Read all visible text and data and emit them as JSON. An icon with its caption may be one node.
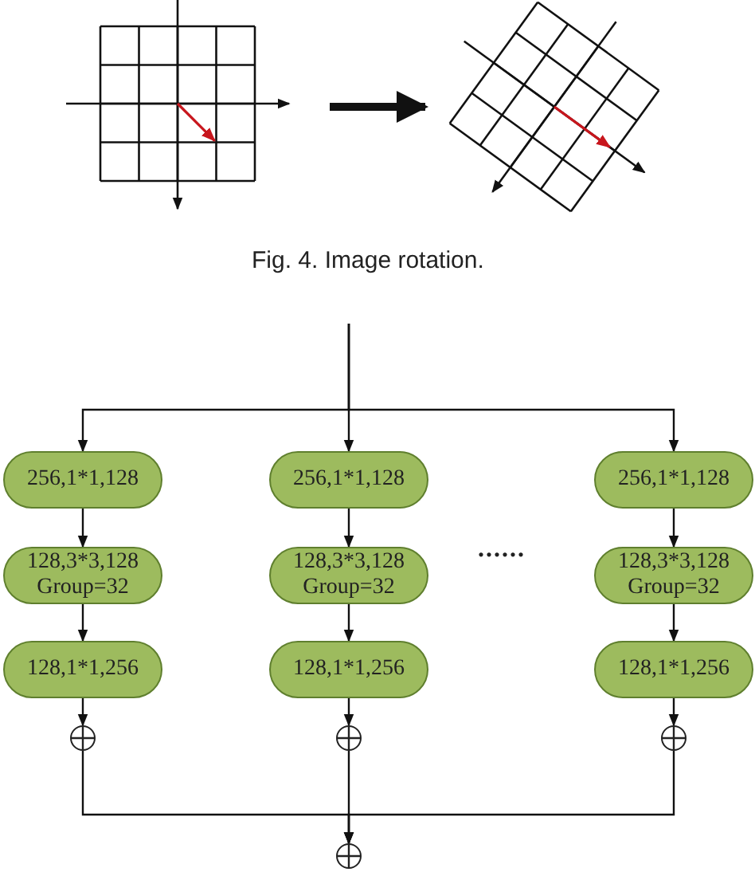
{
  "diagram": {
    "caption": "Fig. 4. Image rotation.",
    "nodes": [
      {
        "text": [],
        "shape": "picture"
      },
      {
        "text": [],
        "shape": "picture"
      },
      {
        "text": [
          "256,1*1,128"
        ]
      },
      {
        "text": [
          "128,3*3,128 Group=32"
        ]
      },
      {
        "text": [
          "128,1*1,256"
        ]
      },
      {
        "text": [],
        "shape": "circle"
      },
      {
        "text": [
          "256,1*1,128"
        ]
      },
      {
        "text": [
          "128,3*3,128 Group=32"
        ]
      },
      {
        "text": [
          "128,1*1,256"
        ]
      },
      {
        "text": [],
        "shape": "circle"
      },
      {
        "text": [
          "256,1*1,128"
        ]
      },
      {
        "text": [
          "128,3*3,128 Group=32"
        ]
      },
      {
        "text": [
          "128,1*1,256"
        ]
      },
      {
        "text": [],
        "shape": "circle"
      },
      {
        "text": [],
        "shape": "circle"
      }
    ],
    "edges": [
      {
        "from": 0,
        "to": 1,
        "arrow": "to",
        "style": "thick"
      },
      {
        "from": null,
        "to": 2,
        "arrow": "to"
      },
      {
        "from": null,
        "to": 6,
        "arrow": "to"
      },
      {
        "from": null,
        "to": 10,
        "arrow": "to"
      },
      {
        "from": 2,
        "to": 3,
        "arrow": "to"
      },
      {
        "from": 3,
        "to": 4,
        "arrow": "to"
      },
      {
        "from": 4,
        "to": 5,
        "arrow": "to"
      },
      {
        "from": 6,
        "to": 7,
        "arrow": "to"
      },
      {
        "from": 7,
        "to": 8,
        "arrow": "to"
      },
      {
        "from": 8,
        "to": 9,
        "arrow": "to"
      },
      {
        "from": 10,
        "to": 11,
        "arrow": "to"
      },
      {
        "from": 11,
        "to": 12,
        "arrow": "to"
      },
      {
        "from": 12,
        "to": 13,
        "arrow": "to"
      },
      {
        "from": 5,
        "to": 14,
        "arrow": "to"
      },
      {
        "from": 9,
        "to": 14,
        "arrow": "to"
      },
      {
        "from": 13,
        "to": 14,
        "arrow": "to"
      }
    ],
    "labels": [
      "......"
    ]
  }
}
